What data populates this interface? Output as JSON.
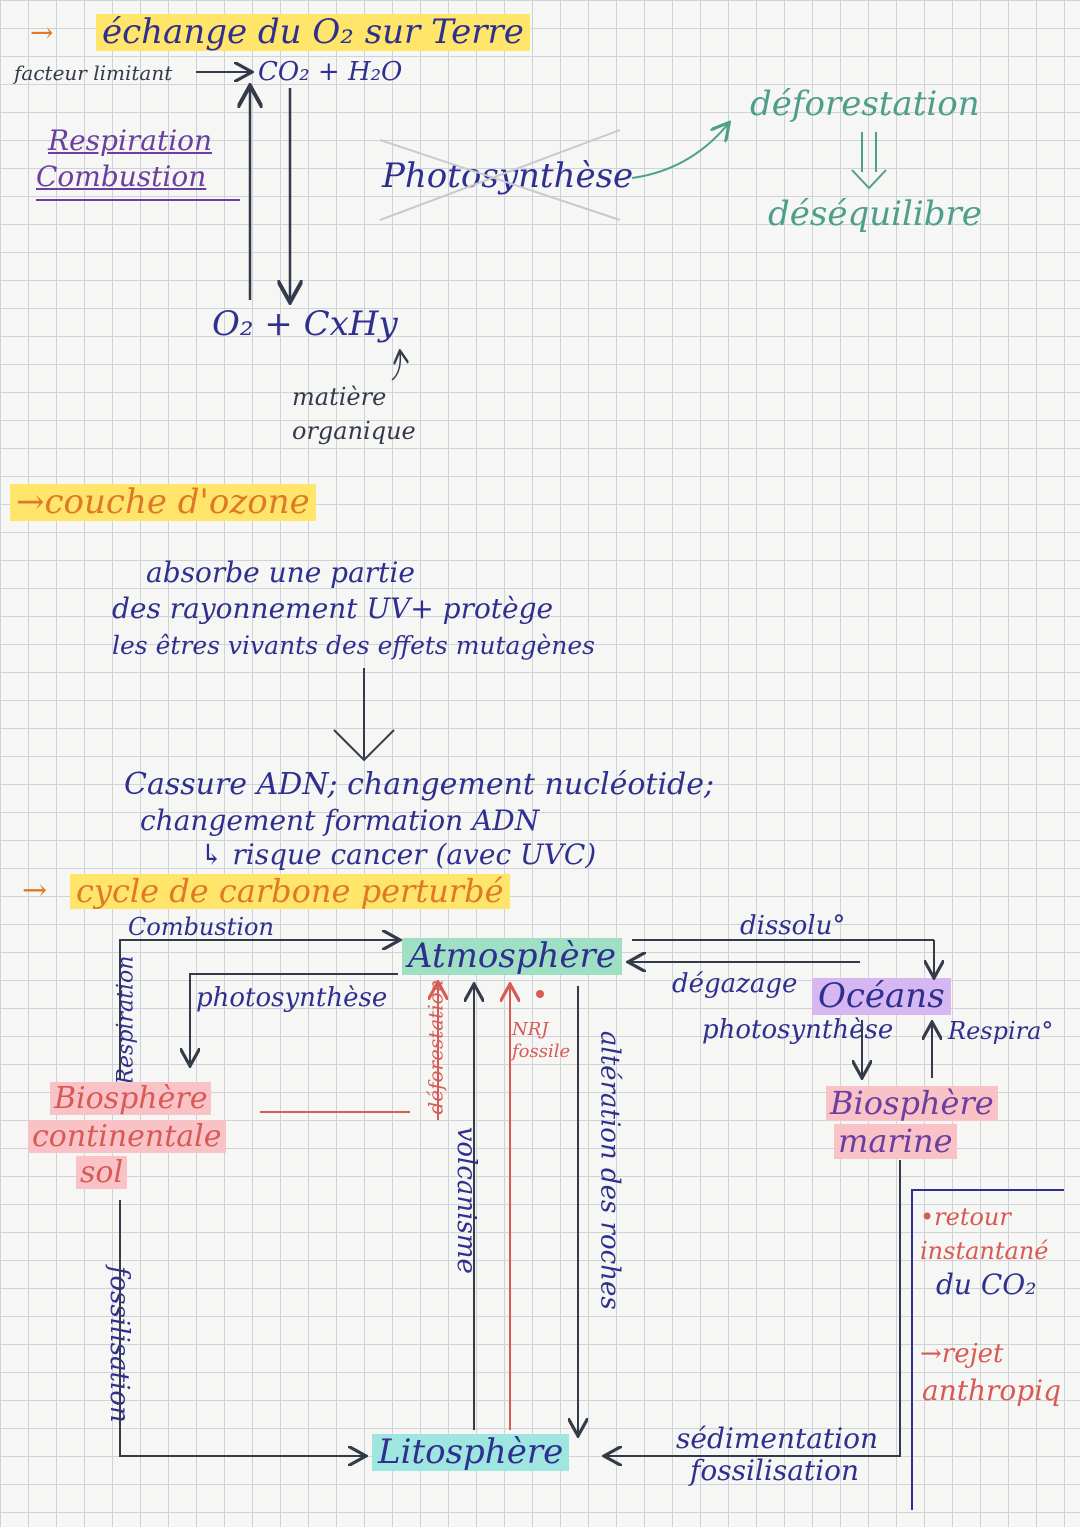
{
  "section1": {
    "title": "échange du O₂ sur Terre",
    "limiting_factor": "facteur limitant",
    "reactants": "CO₂ + H₂O",
    "process_left_1": "Respiration",
    "process_left_2": "Combustion",
    "process_center": "Photosynthèse",
    "deforestation": "déforestation",
    "imbalance": "déséquilibre",
    "products": "O₂ + CxHy",
    "organic_1": "matière",
    "organic_2": "organique"
  },
  "section2": {
    "title": "couche d'ozone",
    "line1": "absorbe une partie",
    "line2": "des rayonnement UV+ protège",
    "line3": "les êtres vivants des effets mutagènes",
    "effect1": "Cassure ADN; changement nucléotide;",
    "effect2": "changement formation ADN",
    "effect3": "↳ risque cancer (avec UVC)"
  },
  "section3": {
    "title": "cycle de carbone perturbé",
    "combustion": "Combustion",
    "atmosphere": "Atmosphère",
    "dissolution": "dissolu°",
    "degassing": "dégazage",
    "oceans": "Océans",
    "photosynthesis_left": "photosynthèse",
    "photosynthesis_right": "photosynthèse",
    "respiration_left": "Respiration",
    "respiration_right": "Respira°",
    "deforestation_vertical": "déforestation",
    "nrj_1": "NRJ",
    "nrj_2": "fossile",
    "alteration": "altération des roches",
    "volcanism": "volcanisme",
    "biosphere_cont_1": "Biosphère",
    "biosphere_cont_2": "continentale",
    "biosphere_cont_3": "sol",
    "biosphere_marine_1": "Biosphère",
    "biosphere_marine_2": "marine",
    "legend_return_1": "retour",
    "legend_return_2": "instantané",
    "legend_return_3": "du CO₂",
    "legend_reject_1": "rejet",
    "legend_reject_2": "anthropiq",
    "fossilization_left": "fossilisation",
    "lithosphere": "Litosphère",
    "sedimentation": "sédimentation",
    "fossilization_bottom": "fossilisation"
  },
  "colors": {
    "ink_blue": "#2e2f8f",
    "ink_red": "#d85a54",
    "ink_teal": "#4e9e8c",
    "highlight_yellow": "#ffe66a",
    "highlight_orange": "#ffd89b"
  }
}
